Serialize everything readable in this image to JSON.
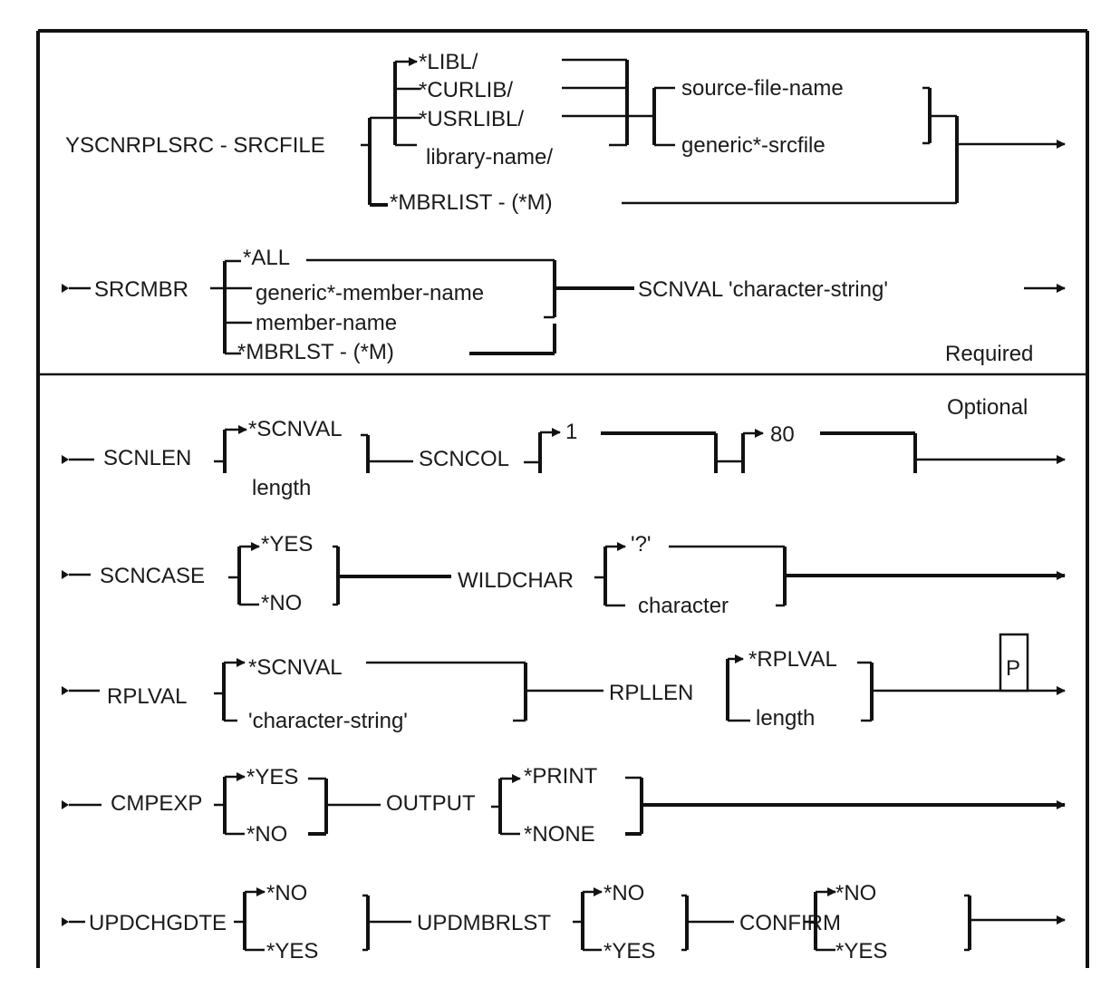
{
  "command": "YSCNRPLSRC",
  "sections": {
    "required_label": "Required",
    "optional_label": "Optional"
  },
  "srcfile": {
    "keyword": "YSCNRPLSRC - SRCFILE",
    "library_options": [
      "*LIBL/",
      "*CURLIB/",
      "*USRLIBL/",
      "library-name/"
    ],
    "file_options": [
      "source-file-name",
      "generic*-srcfile"
    ],
    "alt_option": "*MBRLIST  - (*M)"
  },
  "srcmbr": {
    "keyword": "SRCMBR",
    "options": [
      "*ALL",
      "generic*-member-name",
      "member-name",
      "*MBRLST  -  (*M)"
    ],
    "next": "SCNVAL 'character-string'"
  },
  "scnlen": {
    "keyword": "SCNLEN",
    "options": [
      "*SCNVAL",
      "length"
    ]
  },
  "scncol": {
    "keyword": "SCNCOL",
    "options": [
      "1",
      "80"
    ]
  },
  "scncase": {
    "keyword": "SCNCASE",
    "options": [
      "*YES",
      "*NO"
    ]
  },
  "wildchar": {
    "keyword": "WILDCHAR",
    "options": [
      "'?'",
      "character"
    ]
  },
  "rplval": {
    "keyword": "RPLVAL",
    "options": [
      "*SCNVAL",
      "'character-string'"
    ]
  },
  "rpllen": {
    "keyword": "RPLLEN",
    "options": [
      "*RPLVAL",
      "length"
    ],
    "positional_marker": "P"
  },
  "cmpexp": {
    "keyword": "CMPEXP",
    "options": [
      "*YES",
      "*NO"
    ]
  },
  "output": {
    "keyword": "OUTPUT",
    "options": [
      "*PRINT",
      "*NONE"
    ]
  },
  "updchgdte": {
    "keyword": "UPDCHGDTE",
    "options": [
      "*NO",
      "*YES"
    ]
  },
  "updmbrlst": {
    "keyword": "UPDMBRLST",
    "options": [
      "*NO",
      "*YES"
    ]
  },
  "confirm": {
    "keyword": "CONFIRM",
    "options": [
      "*NO",
      "*YES"
    ]
  }
}
